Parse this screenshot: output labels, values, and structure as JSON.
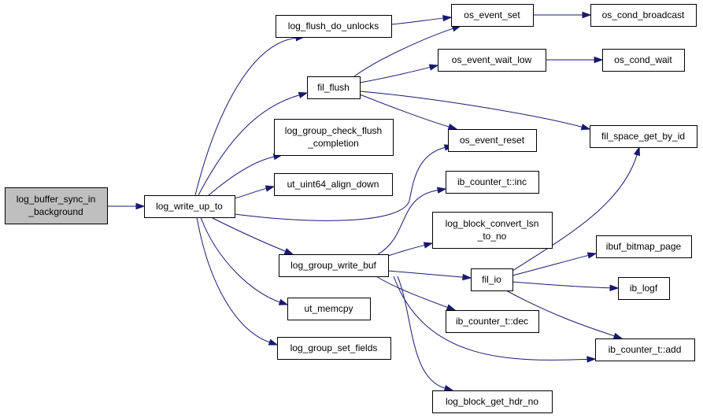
{
  "colors": {
    "node_fill": "#ffffff",
    "root_fill": "#bfbfbf",
    "edge": "#191970"
  },
  "nodes": [
    {
      "id": "log_buffer_sync_in_background",
      "lines": [
        "log_buffer_sync_in",
        "_background"
      ],
      "root": true
    },
    {
      "id": "log_write_up_to",
      "lines": [
        "log_write_up_to"
      ]
    },
    {
      "id": "log_flush_do_unlocks",
      "lines": [
        "log_flush_do_unlocks"
      ]
    },
    {
      "id": "fil_flush",
      "lines": [
        "fil_flush"
      ]
    },
    {
      "id": "log_group_check_flush_completion",
      "lines": [
        "log_group_check_flush",
        "_completion"
      ]
    },
    {
      "id": "ut_uint64_align_down",
      "lines": [
        "ut_uint64_align_down"
      ]
    },
    {
      "id": "log_group_write_buf",
      "lines": [
        "log_group_write_buf"
      ]
    },
    {
      "id": "ut_memcpy",
      "lines": [
        "ut_memcpy"
      ]
    },
    {
      "id": "log_group_set_fields",
      "lines": [
        "log_group_set_fields"
      ]
    },
    {
      "id": "os_event_set",
      "lines": [
        "os_event_set"
      ]
    },
    {
      "id": "os_event_wait_low",
      "lines": [
        "os_event_wait_low"
      ]
    },
    {
      "id": "os_event_reset",
      "lines": [
        "os_event_reset"
      ]
    },
    {
      "id": "ib_counter_t_inc",
      "lines": [
        "ib_counter_t::inc"
      ]
    },
    {
      "id": "log_block_convert_lsn_to_no",
      "lines": [
        "log_block_convert_lsn",
        "_to_no"
      ]
    },
    {
      "id": "fil_io",
      "lines": [
        "fil_io"
      ]
    },
    {
      "id": "ib_counter_t_dec",
      "lines": [
        "ib_counter_t::dec"
      ]
    },
    {
      "id": "log_block_get_hdr_no",
      "lines": [
        "log_block_get_hdr_no"
      ]
    },
    {
      "id": "os_cond_broadcast",
      "lines": [
        "os_cond_broadcast"
      ]
    },
    {
      "id": "os_cond_wait",
      "lines": [
        "os_cond_wait"
      ]
    },
    {
      "id": "fil_space_get_by_id",
      "lines": [
        "fil_space_get_by_id"
      ]
    },
    {
      "id": "ibuf_bitmap_page",
      "lines": [
        "ibuf_bitmap_page"
      ]
    },
    {
      "id": "ib_logf",
      "lines": [
        "ib_logf"
      ]
    },
    {
      "id": "ib_counter_t_add",
      "lines": [
        "ib_counter_t::add"
      ]
    }
  ],
  "edges": [
    [
      "log_buffer_sync_in_background",
      "log_write_up_to"
    ],
    [
      "log_write_up_to",
      "log_flush_do_unlocks"
    ],
    [
      "log_write_up_to",
      "fil_flush"
    ],
    [
      "log_write_up_to",
      "log_group_check_flush_completion"
    ],
    [
      "log_write_up_to",
      "ut_uint64_align_down"
    ],
    [
      "log_write_up_to",
      "os_event_reset"
    ],
    [
      "log_write_up_to",
      "log_group_write_buf"
    ],
    [
      "log_write_up_to",
      "ut_memcpy"
    ],
    [
      "log_write_up_to",
      "log_group_set_fields"
    ],
    [
      "log_flush_do_unlocks",
      "os_event_set"
    ],
    [
      "fil_flush",
      "os_event_set"
    ],
    [
      "fil_flush",
      "os_event_wait_low"
    ],
    [
      "fil_flush",
      "os_event_reset"
    ],
    [
      "fil_flush",
      "fil_space_get_by_id"
    ],
    [
      "os_event_set",
      "os_cond_broadcast"
    ],
    [
      "os_event_wait_low",
      "os_cond_wait"
    ],
    [
      "log_group_write_buf",
      "ib_counter_t_inc"
    ],
    [
      "log_group_write_buf",
      "log_block_convert_lsn_to_no"
    ],
    [
      "log_group_write_buf",
      "fil_io"
    ],
    [
      "log_group_write_buf",
      "ib_counter_t_dec"
    ],
    [
      "log_group_write_buf",
      "ib_counter_t_add"
    ],
    [
      "log_group_write_buf",
      "log_block_get_hdr_no"
    ],
    [
      "fil_io",
      "fil_space_get_by_id"
    ],
    [
      "fil_io",
      "ibuf_bitmap_page"
    ],
    [
      "fil_io",
      "ib_logf"
    ],
    [
      "fil_io",
      "ib_counter_t_add"
    ]
  ]
}
